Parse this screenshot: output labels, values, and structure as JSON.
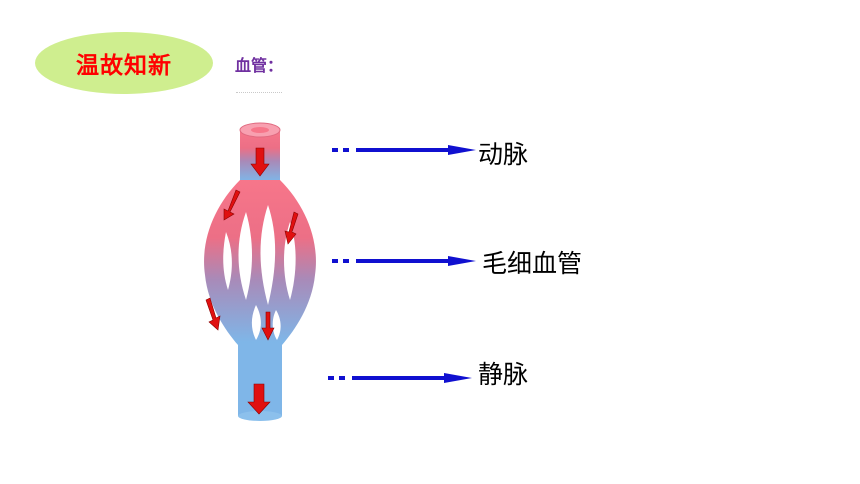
{
  "badge": {
    "label": "温故知新",
    "bg_color": "#cfee8f",
    "text_color": "#ff0000"
  },
  "subtitle": {
    "text": "血管：",
    "color": "#7030a0"
  },
  "labels": [
    {
      "key": "artery",
      "text": "动脉"
    },
    {
      "key": "capillary",
      "text": "毛细血管"
    },
    {
      "key": "vein",
      "text": "静脉"
    }
  ],
  "colors": {
    "arrow": "#1010d0",
    "artery": "#f05a72",
    "vein": "#7fb6e8",
    "flow_arrow": "#e01010"
  }
}
